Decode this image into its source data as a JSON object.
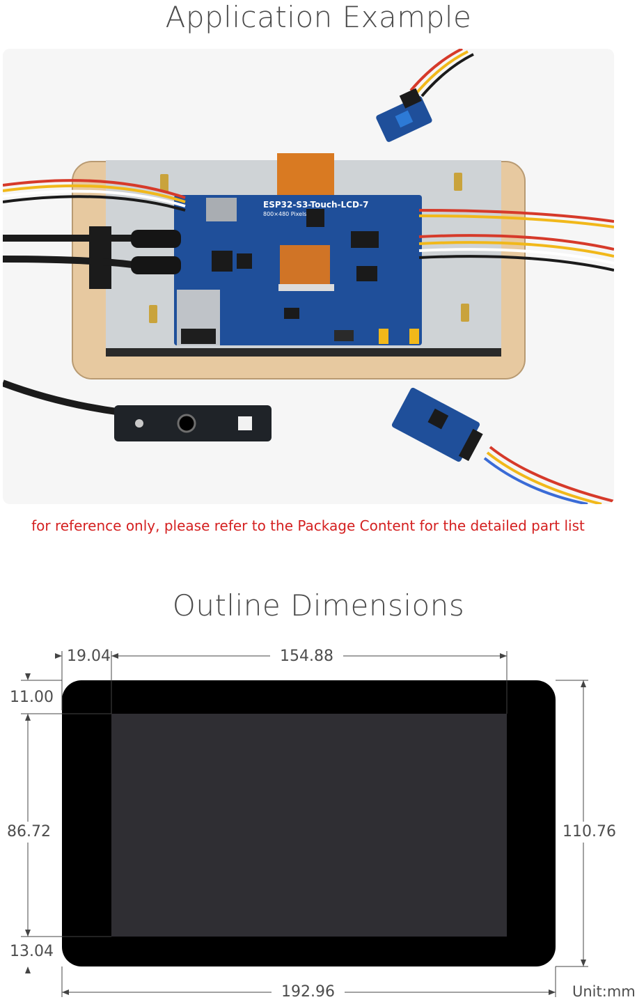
{
  "application_section": {
    "title": "Application Example",
    "note": "for reference only, please refer to the Package Content for the detailed part list",
    "board_label": "ESP32-S3-Touch-LCD-7",
    "board_sublabel": "800×480 Pixels"
  },
  "outline_section": {
    "title": "Outline Dimensions",
    "unit": "Unit:mm",
    "dims": {
      "left_bezel": "19.04",
      "screen_width": "154.88",
      "top_bezel": "11.00",
      "screen_height": "86.72",
      "bottom_bezel": "13.04",
      "total_height": "110.76",
      "total_width": "192.96"
    }
  },
  "colors": {
    "board_blue": "#1f4f9a",
    "frame_wood": "#e7c9a0",
    "panel_grey": "#cfd3d6",
    "bezel_black": "#000000",
    "screen_dark": "#2f2e33",
    "note_red": "#d42020"
  }
}
